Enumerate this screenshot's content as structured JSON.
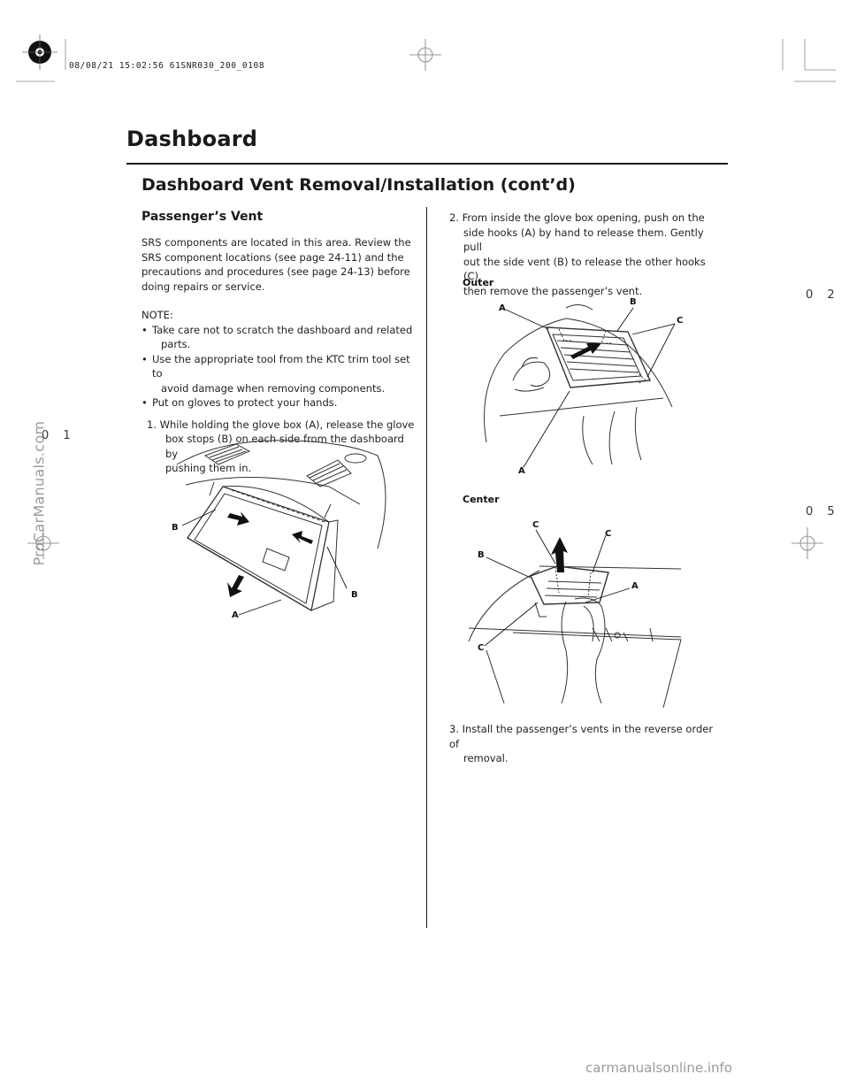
{
  "header": {
    "timestamp": "08/08/21 15:02:56 61SNR030_200_0108"
  },
  "page": {
    "title": "Dashboard",
    "section_title": "Dashboard Vent Removal/Installation (cont’d)",
    "subsection_title": "Passenger’s Vent"
  },
  "left_column": {
    "intro_lines": [
      "SRS components are located in this area. Review the",
      "SRS component locations (see page 24-11) and the",
      "precautions and procedures (see page 24-13) before",
      "doing repairs or service."
    ],
    "note_label": "NOTE:",
    "notes": [
      [
        "Take care not to scratch the dashboard and related",
        "parts."
      ],
      [
        "Use the appropriate tool from the KTC trim tool set to",
        "avoid damage when removing components."
      ],
      [
        "Put on gloves to protect your hands."
      ]
    ],
    "step1_lines": [
      "1.  While holding the glove box (A), release the glove",
      "box stops (B) on each side from the dashboard by",
      "pushing them in."
    ],
    "figure_labels": {
      "b_top": "B",
      "b_right": "B",
      "a": "A"
    }
  },
  "right_column": {
    "step2_lines": [
      "2.  From inside the glove box opening, push on the",
      "side hooks (A) by hand to release them. Gently pull",
      "out the side vent (B) to release the other hooks (C),",
      "then remove the passenger’s vent."
    ],
    "outer_label": "Outer",
    "outer_figure_labels": {
      "a_top": "A",
      "b": "B",
      "c": "C",
      "a_bottom": "A"
    },
    "center_label": "Center",
    "center_figure_labels": {
      "c_left": "C",
      "c_right": "C",
      "b": "B",
      "a": "A",
      "c_bottom": "C"
    },
    "step3_lines": [
      "3.  Install the passenger’s vents in the reverse order of",
      "removal."
    ]
  },
  "margin_codes": {
    "right_top": "0 2",
    "left": "0 1",
    "right_bottom": "0 5"
  },
  "watermarks": {
    "side": "ProCarManuals.com",
    "bottom": "carmanualsonline.info"
  }
}
